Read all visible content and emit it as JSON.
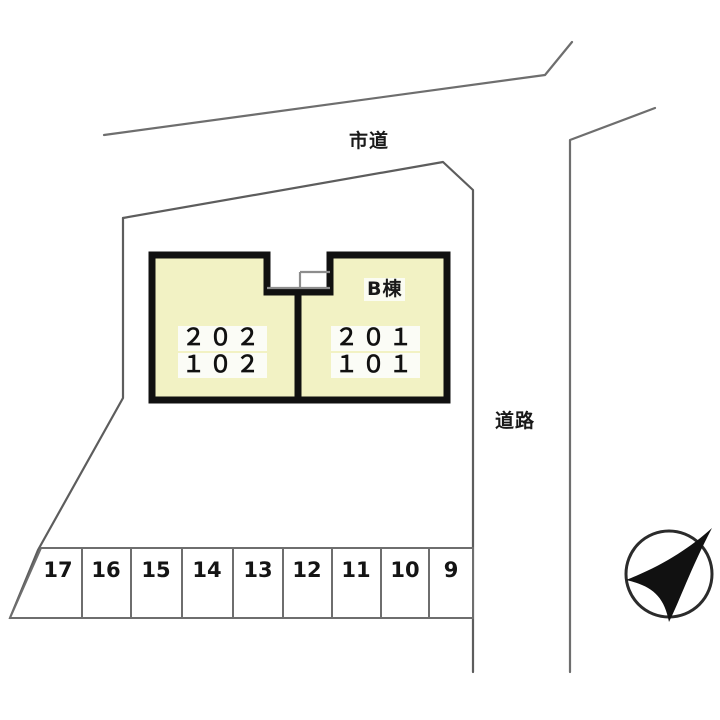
{
  "plan": {
    "type": "site-plan",
    "background_color": "#ffffff",
    "line_color": "#6e6e6e",
    "building_outline_color": "#111111",
    "building_fill_color": "#f2f2c4"
  },
  "roads": {
    "city_road_label": "市道",
    "side_road_label": "道路"
  },
  "building": {
    "name_label": "B棟",
    "units": [
      {
        "id": "unit-202",
        "label": "２０２"
      },
      {
        "id": "unit-102",
        "label": "１０２"
      },
      {
        "id": "unit-201",
        "label": "２０１"
      },
      {
        "id": "unit-101",
        "label": "１０１"
      }
    ]
  },
  "parking": {
    "stalls": [
      {
        "number": "17"
      },
      {
        "number": "16"
      },
      {
        "number": "15"
      },
      {
        "number": "14"
      },
      {
        "number": "13"
      },
      {
        "number": "12"
      },
      {
        "number": "11"
      },
      {
        "number": "10"
      },
      {
        "number": "9"
      }
    ]
  },
  "compass": {
    "name": "north-arrow",
    "direction": "northeast"
  }
}
